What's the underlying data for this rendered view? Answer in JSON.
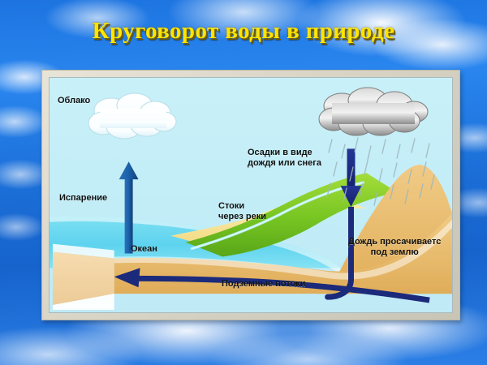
{
  "slide": {
    "title": "Круговорот воды в природе",
    "title_color": "#ffe400",
    "background_color": "#1d74e0"
  },
  "diagram": {
    "frame_color": "#ded9cb",
    "sky_color": "#c6eef7",
    "ocean_color": "#63d5ef",
    "sand_color": "#e8b96a",
    "grass_color": "#7fcb27",
    "arrow_color": "#1b2a7a",
    "cloud_color": "#ffffff",
    "rain_cloud_color": "#9a9a9a",
    "labels": [
      {
        "name": "cloud",
        "line1": "Облако",
        "line2": ""
      },
      {
        "name": "evaporation",
        "line1": "Испарение",
        "line2": ""
      },
      {
        "name": "ocean",
        "line1": "Океан",
        "line2": ""
      },
      {
        "name": "precipitation",
        "line1": "Осадки в виде",
        "line2": "дождя или снега"
      },
      {
        "name": "runoff",
        "line1": "Стоки",
        "line2": "через реки"
      },
      {
        "name": "infiltration",
        "line1": "Дождь просачиваетс",
        "line2": "под землю"
      },
      {
        "name": "groundwater",
        "line1": "Подземные потоки",
        "line2": ""
      }
    ],
    "arrows": [
      {
        "name": "evaporation-arrow",
        "direction": "up"
      },
      {
        "name": "precipitation-arrow",
        "direction": "down"
      },
      {
        "name": "infiltration-arrow",
        "direction": "down-curve"
      },
      {
        "name": "groundwater-arrow",
        "direction": "left"
      }
    ],
    "icons": {
      "white_cloud": "cloud-icon",
      "rain_cloud": "rain-cloud-icon",
      "rain_drops": "rain-drops-icon"
    }
  }
}
